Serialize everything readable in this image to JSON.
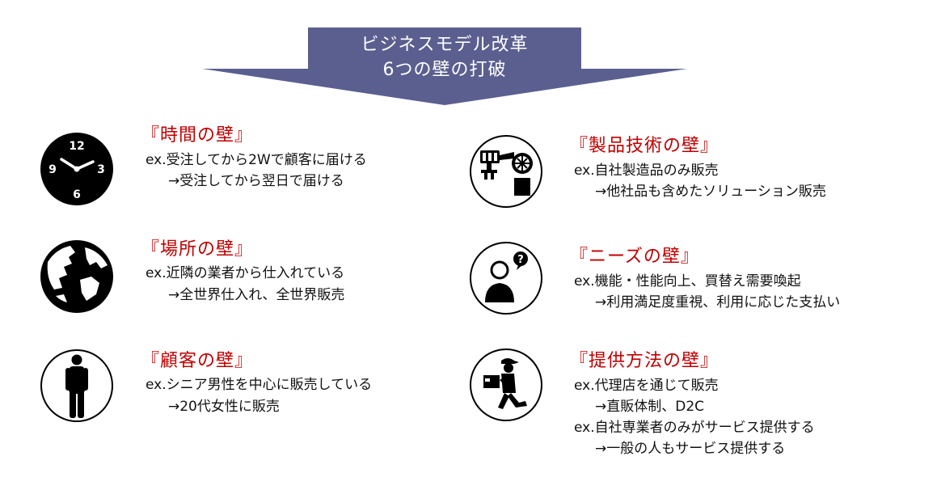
{
  "banner": {
    "line1": "ビジネスモデル改革",
    "line2": "6つの壁の打破",
    "color": "#5b5f8f"
  },
  "accent_color": "#c00000",
  "walls": [
    {
      "title": "『時間の壁』",
      "icon": "clock-icon",
      "clock_labels": [
        "12",
        "3",
        "6",
        "9"
      ],
      "lines": [
        "ex.受注してから2Wで顧客に届ける",
        "→受注してから翌日で届ける"
      ]
    },
    {
      "title": "『場所の壁』",
      "icon": "globe-icon",
      "lines": [
        "ex.近隣の業者から仕入れている",
        "→全世界仕入れ、全世界販売"
      ]
    },
    {
      "title": "『顧客の壁』",
      "icon": "person-icon",
      "lines": [
        "ex.シニア男性を中心に販売している",
        "→20代女性に販売"
      ]
    },
    {
      "title": "『製品技術の壁』",
      "icon": "robot-arm-icon",
      "lines": [
        "ex.自社製造品のみ販売",
        "→他社品も含めたソリューション販売"
      ]
    },
    {
      "title": "『ニーズの壁』",
      "icon": "person-question-icon",
      "lines": [
        "ex.機能・性能向上、買替え需要喚起",
        "→利用満足度重視、利用に応じた支払い"
      ]
    },
    {
      "title": "『提供方法の壁』",
      "icon": "delivery-person-icon",
      "lines": [
        "ex.代理店を通じて販売",
        "→直販体制、D2C",
        "ex.自社専業者のみがサービス提供する",
        "→一般の人もサービス提供する"
      ]
    }
  ]
}
